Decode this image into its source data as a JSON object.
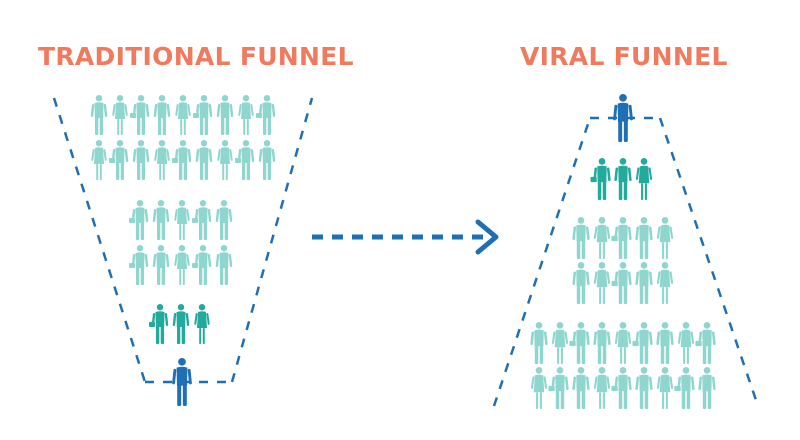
{
  "titles": {
    "traditional": "TRADITIONAL FUNNEL",
    "viral": "VIRAL FUNNEL"
  },
  "colors": {
    "title": "#f07a5e",
    "outline": "#1f6fb5",
    "person_light": "#8fd6cf",
    "person_teal": "#22aa9c",
    "person_blue": "#1f6fb5"
  },
  "icons": {
    "person": "person-icon",
    "arrow": "dashed-arrow-right-icon"
  },
  "traditional_funnel": {
    "groups": [
      {
        "kind": "light",
        "rows": [
          9,
          9
        ]
      },
      {
        "kind": "light",
        "rows": [
          5,
          5
        ]
      },
      {
        "kind": "teal",
        "rows": [
          3
        ]
      },
      {
        "kind": "blue",
        "rows": [
          1
        ]
      }
    ]
  },
  "viral_funnel": {
    "groups": [
      {
        "kind": "blue",
        "rows": [
          1
        ]
      },
      {
        "kind": "teal",
        "rows": [
          3
        ]
      },
      {
        "kind": "light",
        "rows": [
          5,
          5
        ]
      },
      {
        "kind": "light",
        "rows": [
          9,
          9
        ]
      }
    ]
  }
}
